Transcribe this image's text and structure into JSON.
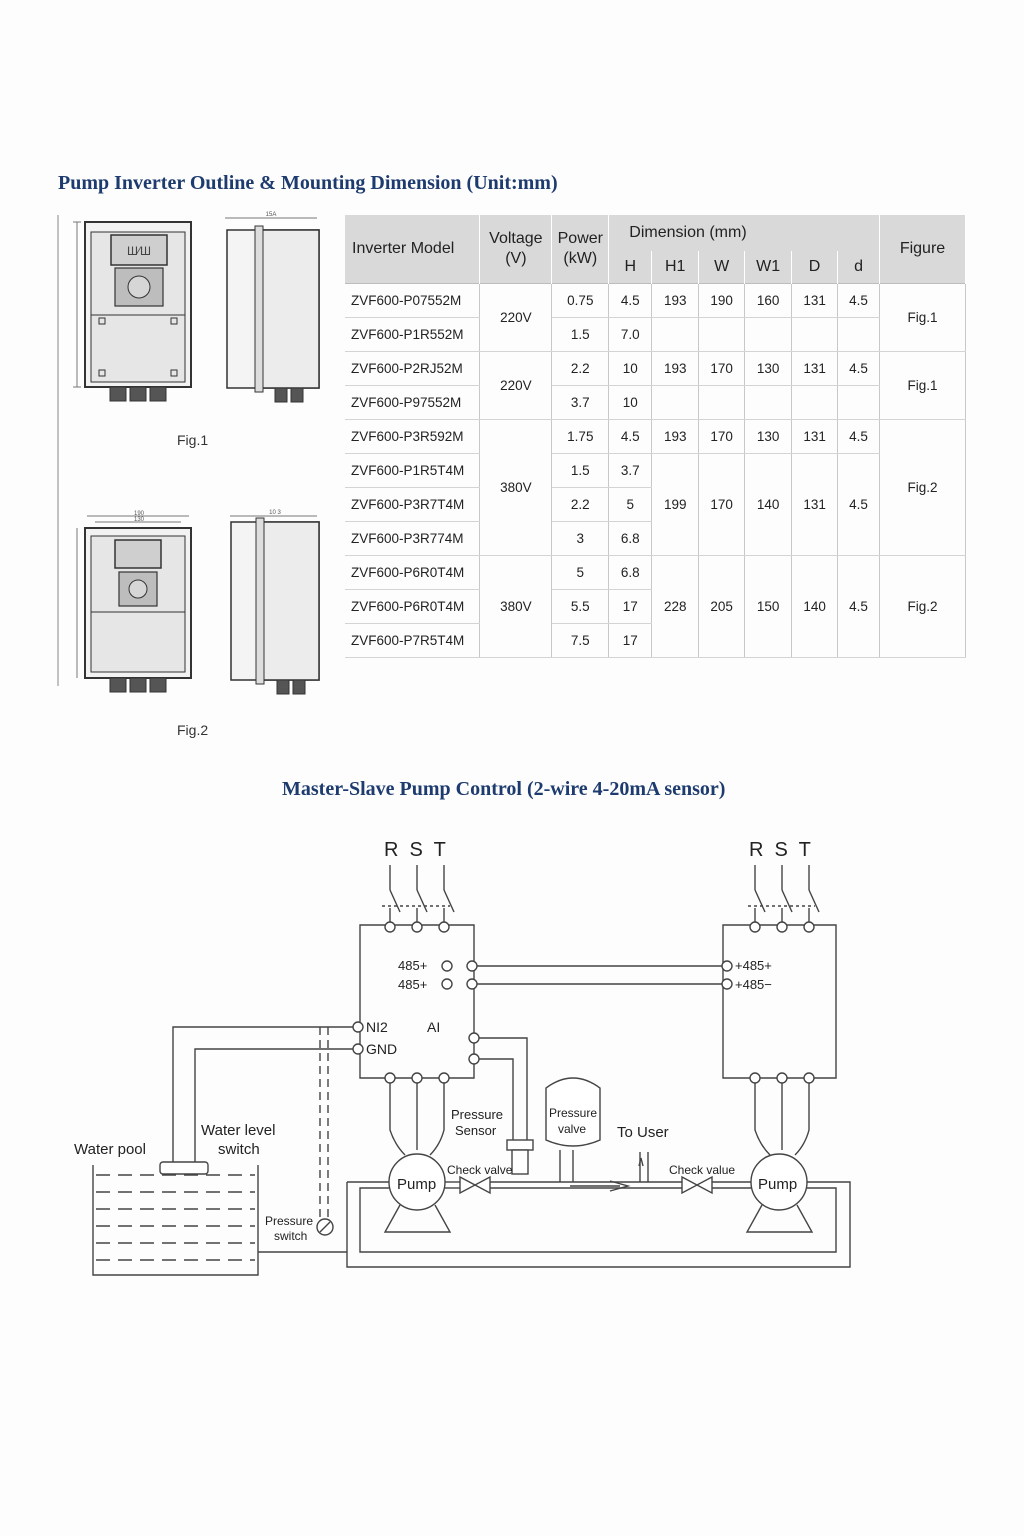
{
  "section1_title": "Pump Inverter Outline & Mounting Dimension (Unit:mm)",
  "fig1_label": "Fig.1",
  "fig2_label": "Fig.2",
  "drawing_marks": {
    "fig1_keypad_text": "Ш⁄Ш",
    "fig1_side_dim": "15A",
    "fig2_top_dim_outer": "190",
    "fig2_top_dim_inner": "130",
    "fig2_side_dim": "10 3"
  },
  "table": {
    "headers": {
      "model": "Inverter Model",
      "voltage": "Voltage (V)",
      "power": "Power (kW)",
      "dimension": "Dimension (mm)",
      "figure": "Figure",
      "H": "H",
      "H1": "H1",
      "W": "W",
      "W1": "W1",
      "D": "D",
      "d": "d"
    },
    "rows": [
      {
        "model": "ZVF600-P07552M",
        "power": "0.75",
        "H": "4.5",
        "H1": "193",
        "W": "190",
        "W1": "160",
        "D": "131",
        "d": "4.5"
      },
      {
        "model": "ZVF600-P1R552M",
        "power": "1.5",
        "H": "7.0"
      },
      {
        "model": "ZVF600-P2RJ52M",
        "power": "2.2",
        "H": "10",
        "H1": "193",
        "W": "170",
        "W1": "130",
        "D": "131",
        "d": "4.5"
      },
      {
        "model": "ZVF600-P97552M",
        "power": "3.7",
        "H": "10"
      },
      {
        "model": "ZVF600-P3R592M",
        "power": "1.75",
        "H": "4.5",
        "H1": "193",
        "W": "170",
        "W1": "130",
        "D": "131",
        "d": "4.5"
      },
      {
        "model": "ZVF600-P1R5T4M",
        "power": "1.5",
        "H": "3.7"
      },
      {
        "model": "ZVF600-P3R7T4M",
        "power": "2.2",
        "H": "5",
        "H1": "199",
        "W": "170",
        "W1": "140",
        "D": "131",
        "d": "4.5"
      },
      {
        "model": "ZVF600-P3R774M",
        "power": "3",
        "H": "6.8"
      },
      {
        "model": "ZVF600-P6R0T4M",
        "power": "5",
        "H": "6.8"
      },
      {
        "model": "ZVF600-P6R0T4M",
        "power": "5.5",
        "H": "17",
        "H1": "228",
        "W": "205",
        "W1": "150",
        "D": "140",
        "d": "4.5"
      },
      {
        "model": "ZVF600-P7R5T4M",
        "power": "7.5",
        "H": "17"
      }
    ],
    "voltage_groups": [
      "220V",
      "220V",
      "380V",
      "380V"
    ],
    "figure_groups": [
      "Fig.1",
      "Fig.1",
      "Fig.2",
      "Fig.2"
    ]
  },
  "section2_title": "Master-Slave Pump Control (2-wire 4-20mA sensor)",
  "diagram": {
    "phases_left": "R  S  T",
    "phases_right": "R  S  T",
    "t485p_left": "485+",
    "t485m_left": "485+",
    "t485p_right": "+485+",
    "t485m_right": "+485−",
    "ni2": "NI2",
    "gnd": "GND",
    "ai": "AI",
    "pressure_sensor_1": "Pressure",
    "pressure_sensor_2": "Sensor",
    "pressure_valve_1": "Pressure",
    "pressure_valve_2": "valve",
    "to_user": "To User",
    "water_level_1": "Water level",
    "water_level_2": "switch",
    "water_pool": "Water pool",
    "pressure_switch_1": "Pressure",
    "pressure_switch_2": "switch",
    "check_valve_left": "Check valve",
    "check_valve_right": "Check value",
    "pump_left": "Pump",
    "pump_right": "Pump"
  }
}
